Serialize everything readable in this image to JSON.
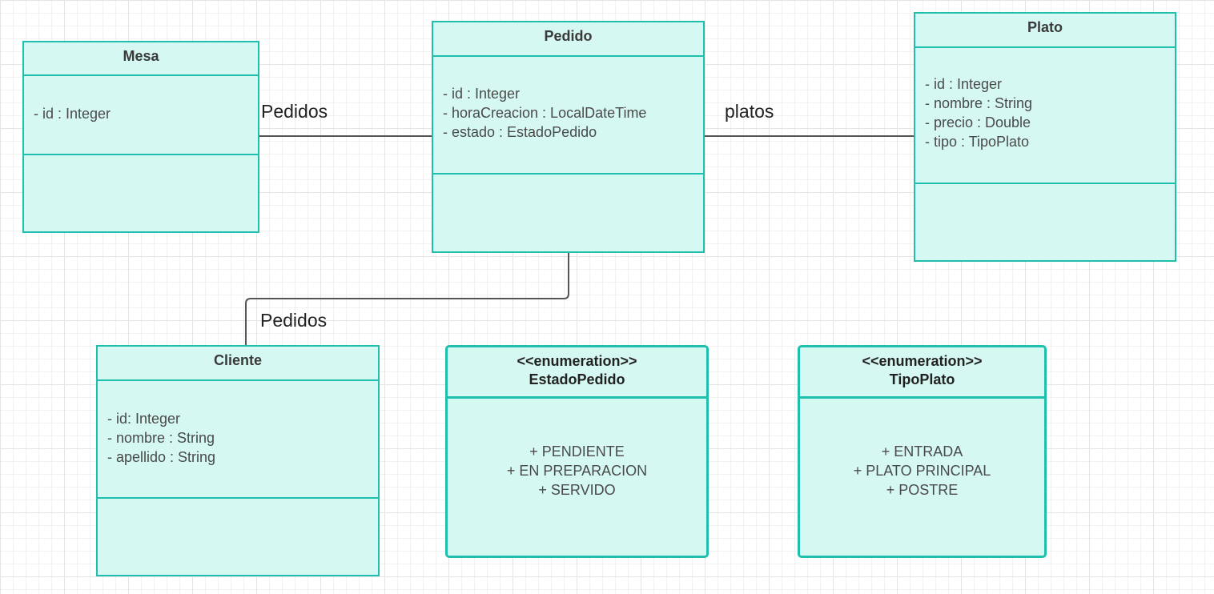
{
  "diagram": {
    "classes": {
      "mesa": {
        "name": "Mesa",
        "attributes": [
          "- id : Integer"
        ]
      },
      "pedido": {
        "name": "Pedido",
        "attributes": [
          "- id : Integer",
          "- horaCreacion : LocalDateTime",
          "- estado : EstadoPedido"
        ]
      },
      "plato": {
        "name": "Plato",
        "attributes": [
          "- id : Integer",
          "- nombre : String",
          "- precio : Double",
          "- tipo : TipoPlato"
        ]
      },
      "cliente": {
        "name": "Cliente",
        "attributes": [
          "- id: Integer",
          "- nombre : String",
          "- apellido : String"
        ]
      }
    },
    "enums": {
      "estado_pedido": {
        "stereotype": "<<enumeration>>",
        "name": "EstadoPedido",
        "values": [
          "+ PENDIENTE",
          "+ EN PREPARACION",
          "+ SERVIDO"
        ]
      },
      "tipo_plato": {
        "stereotype": "<<enumeration>>",
        "name": "TipoPlato",
        "values": [
          "+ ENTRADA",
          "+ PLATO PRINCIPAL",
          "+ POSTRE"
        ]
      }
    },
    "associations": {
      "mesa_pedido": {
        "from": "Mesa",
        "to": "Pedido",
        "label": "Pedidos"
      },
      "pedido_plato": {
        "from": "Pedido",
        "to": "Plato",
        "label": "platos"
      },
      "pedido_cliente": {
        "from": "Pedido",
        "to": "Cliente",
        "label": "Pedidos"
      }
    },
    "colors": {
      "box_fill": "#d5f8f2",
      "box_border": "#1fbfae",
      "connector": "#555555",
      "grid": "#e4e4e4"
    }
  }
}
